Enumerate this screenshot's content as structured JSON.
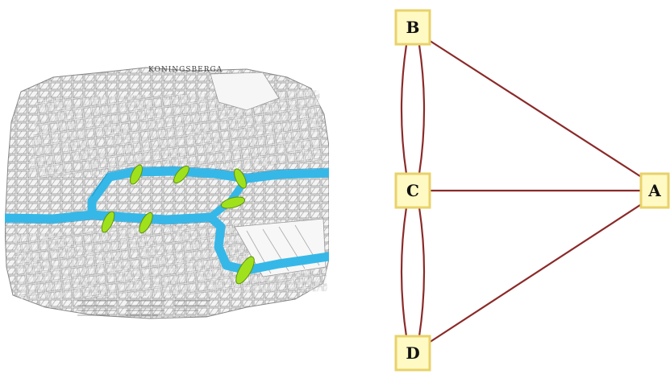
{
  "map": {
    "title": "KONINGSBERGA",
    "river_color": "#35b8e8",
    "bridge_color": "#9fe21c",
    "bridge_count": 7
  },
  "graph": {
    "nodes": [
      {
        "id": "B",
        "label": "B"
      },
      {
        "id": "C",
        "label": "C"
      },
      {
        "id": "D",
        "label": "D"
      },
      {
        "id": "A",
        "label": "A"
      }
    ],
    "edges": [
      {
        "from": "B",
        "to": "C"
      },
      {
        "from": "B",
        "to": "C"
      },
      {
        "from": "C",
        "to": "D"
      },
      {
        "from": "C",
        "to": "D"
      },
      {
        "from": "B",
        "to": "A"
      },
      {
        "from": "C",
        "to": "A"
      },
      {
        "from": "D",
        "to": "A"
      }
    ],
    "edge_color": "#8b2a2a",
    "node_fill": "#fff9c4",
    "node_border": "#e8d26a"
  }
}
